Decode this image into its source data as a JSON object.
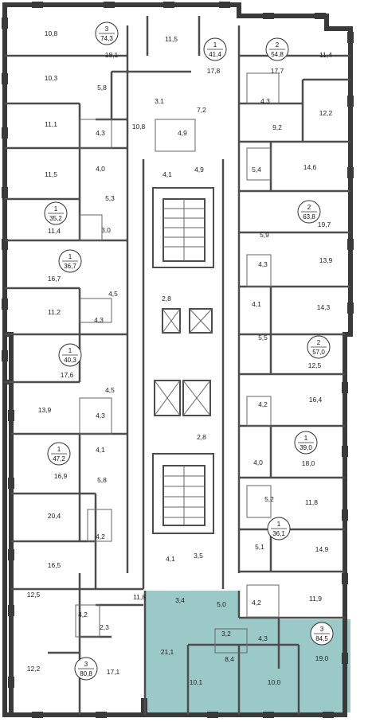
{
  "colors": {
    "highlight": "#9bc9c7",
    "wall": "#4d4d4d",
    "background": "#ffffff"
  },
  "apartments": [
    {
      "rooms": "3",
      "total": "74,3"
    },
    {
      "rooms": "1",
      "total": "41,4"
    },
    {
      "rooms": "2",
      "total": "54,8"
    },
    {
      "rooms": "1",
      "total": "35,2"
    },
    {
      "rooms": "2",
      "total": "63,8"
    },
    {
      "rooms": "1",
      "total": "36,7"
    },
    {
      "rooms": "1",
      "total": "40,3"
    },
    {
      "rooms": "2",
      "total": "57,0"
    },
    {
      "rooms": "1",
      "total": "47,2"
    },
    {
      "rooms": "1",
      "total": "39,0"
    },
    {
      "rooms": "1",
      "total": "36,1"
    },
    {
      "rooms": "3",
      "total": "80,8"
    },
    {
      "rooms": "3",
      "total": "84,5"
    }
  ],
  "room_areas": [
    "10,8",
    "18,1",
    "11,5",
    "17,8",
    "17,7",
    "11,4",
    "10,3",
    "5,8",
    "3,1",
    "7,2",
    "4,3",
    "12,2",
    "11,1",
    "4,3",
    "10,8",
    "4,9",
    "9,2",
    "4,0",
    "4,1",
    "4,9",
    "5,4",
    "14,6",
    "11,5",
    "5,3",
    "19,7",
    "11,4",
    "3,0",
    "5,9",
    "4,3",
    "13,9",
    "16,7",
    "2,8",
    "4,1",
    "4,5",
    "14,3",
    "11,2",
    "4,3",
    "5,5",
    "12,5",
    "17,6",
    "4,5",
    "13,9",
    "4,3",
    "16,4",
    "4,2",
    "4,1",
    "18,0",
    "16,9",
    "2,8",
    "4,0",
    "5,8",
    "5,2",
    "11,8",
    "20,4",
    "4,2",
    "14,9",
    "16,5",
    "3,5",
    "4,1",
    "5,1",
    "11,8",
    "3,4",
    "5,0",
    "4,2",
    "11,9",
    "12,5",
    "4,2",
    "2,3",
    "3,2",
    "4,3",
    "21,1",
    "8,4",
    "19,0",
    "12,2",
    "17,1",
    "10,1",
    "10,0"
  ]
}
